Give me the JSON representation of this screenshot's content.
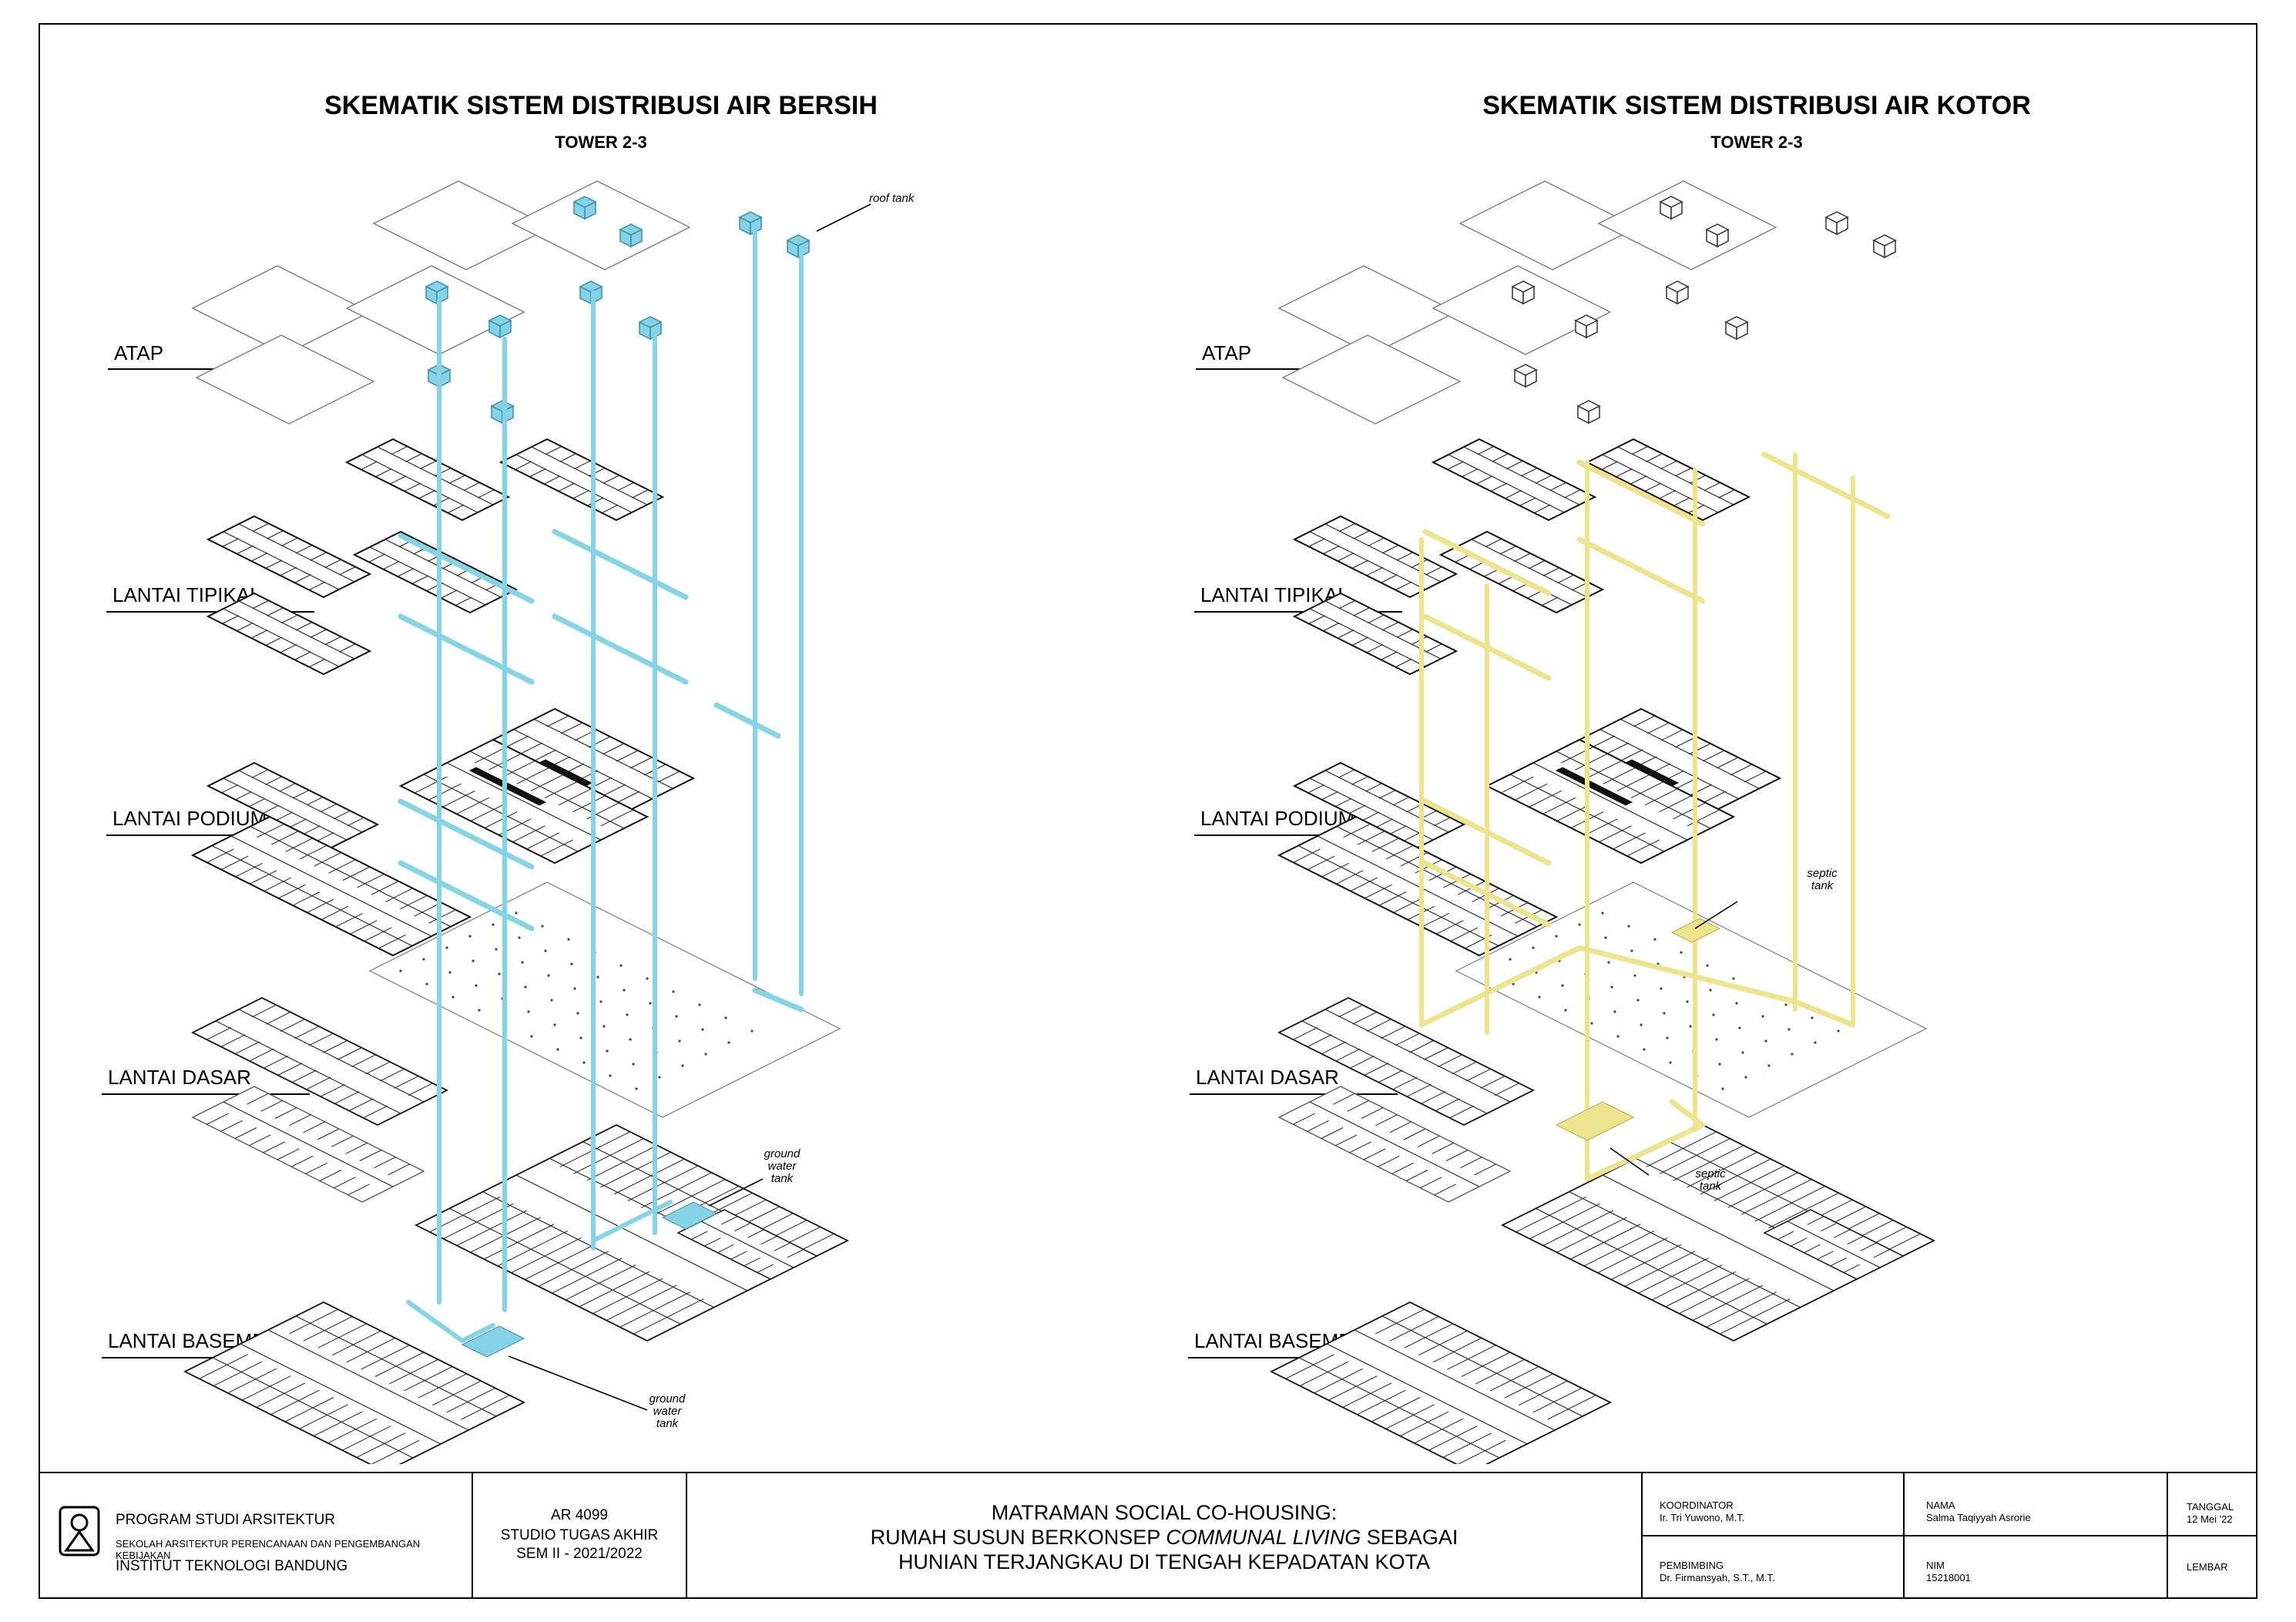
{
  "left_diagram": {
    "title": "SKEMATIK SISTEM DISTRIBUSI AIR BERSIH",
    "subtitle": "TOWER 2-3",
    "pipe_color": "#86d3e6",
    "annotations": {
      "roof_tank": "roof tank",
      "ground_tank_1_l1": "ground",
      "ground_tank_1_l2": "water",
      "ground_tank_1_l3": "tank",
      "ground_tank_2_l1": "ground",
      "ground_tank_2_l2": "water",
      "ground_tank_2_l3": "tank"
    }
  },
  "right_diagram": {
    "title": "SKEMATIK SISTEM DISTRIBUSI AIR KOTOR",
    "subtitle": "TOWER 2-3",
    "pipe_color": "#ece48f",
    "annotations": {
      "septic_1_l1": "septic",
      "septic_1_l2": "tank",
      "septic_2_l1": "septic",
      "septic_2_l2": "tank"
    }
  },
  "floors": {
    "atap": "ATAP",
    "tipikal": "LANTAI TIPIKAL",
    "podium": "LANTAI PODIUM",
    "dasar": "LANTAI DASAR",
    "basement": "LANTAI BASEMENT"
  },
  "title_block": {
    "program": "PROGRAM STUDI ARSITEKTUR",
    "school": "SEKOLAH ARSITEKTUR PERENCANAAN DAN PENGEMBANGAN KEBIJAKAN",
    "institute": "INSTITUT TEKNOLOGI BANDUNG",
    "course_code": "AR 4099",
    "course_name": "STUDIO TUGAS AKHIR",
    "semester": "SEM II - 2021/2022",
    "project_line1": "MATRAMAN SOCIAL CO-HOUSING:",
    "project_line2_pre": "RUMAH SUSUN BERKONSEP ",
    "project_line2_em": "COMMUNAL LIVING",
    "project_line2_post": " SEBAGAI",
    "project_line3": "HUNIAN TERJANGKAU DI TENGAH KEPADATAN KOTA",
    "koordinator_label": "KOORDINATOR",
    "koordinator": "Ir. Tri Yuwono, M.T.",
    "pembimbing_label": "PEMBIMBING",
    "pembimbing": "Dr. Firmansyah, S.T., M.T.",
    "nama_label": "NAMA",
    "nama": "Salma Taqiyyah Asrorie",
    "nim_label": "NIM",
    "nim": "15218001",
    "tanggal_label": "TANGGAL",
    "tanggal": "12 Mei '22",
    "lembar_label": "LEMBAR"
  }
}
